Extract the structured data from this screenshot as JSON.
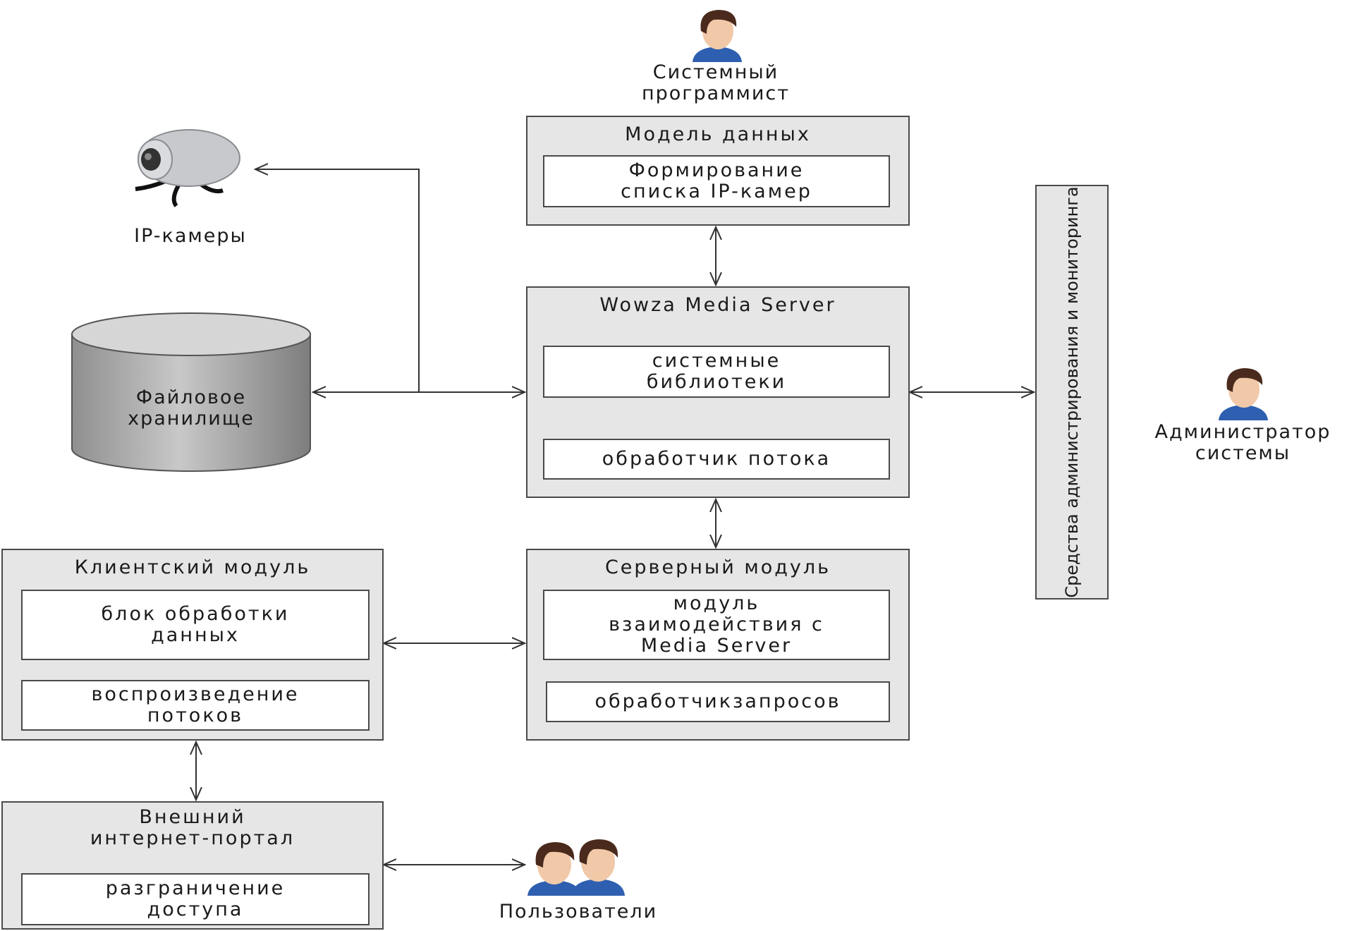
{
  "actors": {
    "system_programmer": "Системный\nпрограммист",
    "admin": "Администратор\nсистемы",
    "users": "Пользователи"
  },
  "devices": {
    "ip_cameras": "IP-камеры",
    "file_storage": "Файловое\nхранилище"
  },
  "blocks": {
    "data_model": {
      "title": "Модель данных",
      "items": [
        "Формирование\nсписка IP-камер"
      ]
    },
    "wowza": {
      "title": "Wowza Media Server",
      "items": [
        "системные\nбиблиотеки",
        "обработчик потока"
      ]
    },
    "server_module": {
      "title": "Серверный модуль",
      "items": [
        "модуль\nвзаимодействия с\nMedia Server",
        "обработчикзапросов"
      ]
    },
    "client_module": {
      "title": "Клиентский модуль",
      "items": [
        "блок обработки\nданных",
        "воспроизведение\nпотоков"
      ]
    },
    "portal": {
      "title": "Внешний\nинтернет-портал",
      "items": [
        "разграничение\nдоступа"
      ]
    },
    "admin_tools": {
      "title": "Средства администрирования и мониторинга"
    }
  },
  "colors": {
    "block_fill": "#e6e6e6",
    "inner_fill": "#ffffff",
    "line": "#333333",
    "hair": "#4a2a1c",
    "skin": "#f1c9a8",
    "shirt": "#2e5fb0",
    "cylinder": "#a9a9a9"
  }
}
